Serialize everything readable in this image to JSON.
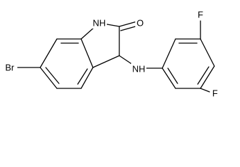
{
  "molecule": {
    "atoms": {
      "n1": "NH",
      "o1": "O",
      "br": "Br",
      "n3": "NH",
      "f1": "F",
      "f2": "F"
    }
  }
}
